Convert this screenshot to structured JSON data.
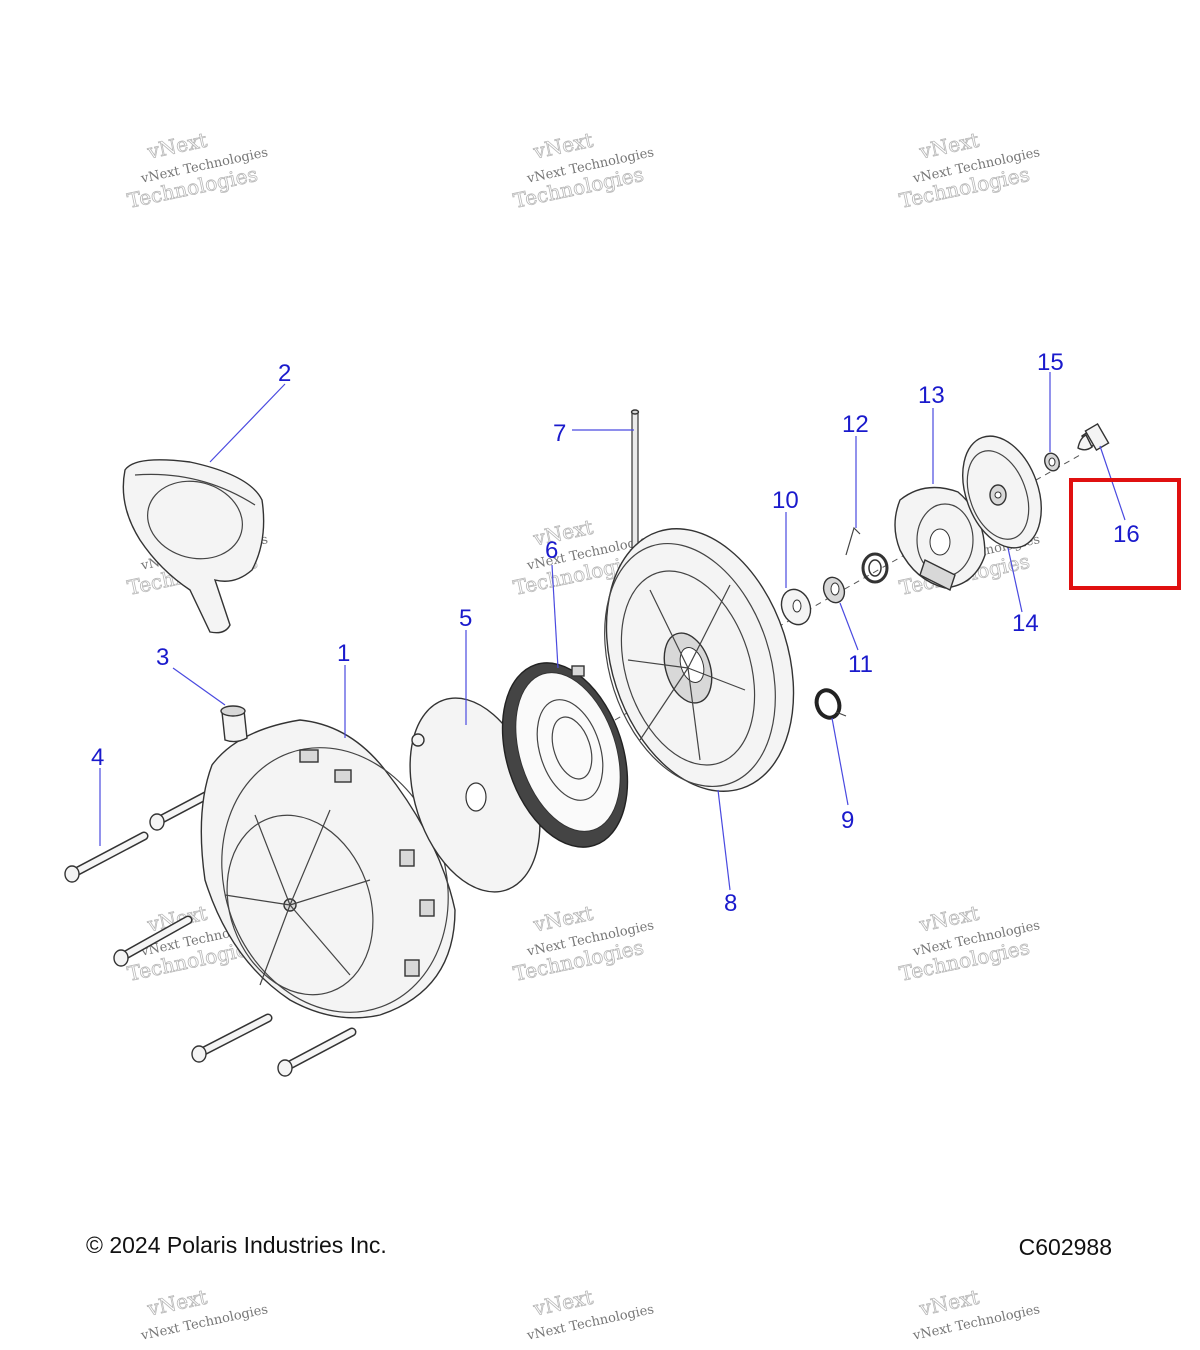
{
  "callouts": [
    "1",
    "2",
    "3",
    "4",
    "5",
    "6",
    "7",
    "8",
    "9",
    "10",
    "11",
    "12",
    "13",
    "14",
    "15",
    "16"
  ],
  "highlighted_callout": "16",
  "highlight_color": "#e01010",
  "callout_color": "#1a1acc",
  "watermark": {
    "line1": "vNext",
    "line2": "vNext Technologies",
    "line3": "Technologies"
  },
  "footer": {
    "copyright": "© 2024 Polaris Industries Inc.",
    "drawing_id": "C602988"
  }
}
